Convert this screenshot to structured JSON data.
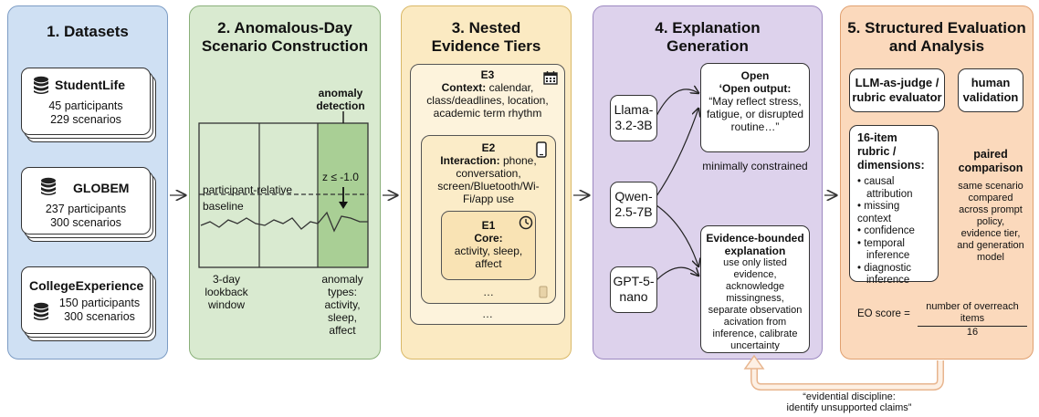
{
  "panels": {
    "p1": {
      "title": "1. Datasets",
      "color_bg": "#cfe0f3",
      "color_border": "#7c9cc4"
    },
    "p2": {
      "title_l1": "2. Anomalous-Day",
      "title_l2": "Scenario Construction",
      "color_bg": "#d9ead0",
      "color_border": "#8ab07a"
    },
    "p3": {
      "title_l1": "3. Nested",
      "title_l2": "Evidence Tiers",
      "color_bg": "#fbeac2",
      "color_border": "#d9b867"
    },
    "p4": {
      "title_l1": "4. Explanation",
      "title_l2": "Generation",
      "color_bg": "#ddd2ec",
      "color_border": "#9c88c0"
    },
    "p5": {
      "title_l1": "5. Structured Evaluation",
      "title_l2": "and Analysis",
      "color_bg": "#fbd9bc",
      "color_border": "#e0a070"
    }
  },
  "datasets": [
    {
      "name": "StudentLife",
      "participants": "45 participants",
      "scenarios": "229 scenarios",
      "icon": "database-icon"
    },
    {
      "name": "GLOBEM",
      "participants": "237 participants",
      "scenarios": "300 scenarios",
      "icon": "database-icon"
    },
    {
      "name": "CollegeExperience",
      "participants": "150 participants",
      "scenarios": "300 scenarios",
      "icon": "database-icon"
    }
  ],
  "scenario": {
    "anomaly_detection_l1": "anomaly",
    "anomaly_detection_l2": "detection",
    "baseline_l1": "participant-relative",
    "baseline_l2": "baseline",
    "threshold": "z ≤ -1.0",
    "lookback_l1": "3-day",
    "lookback_l2": "lookback",
    "lookback_l3": "window",
    "types_l1": "anomaly",
    "types_l2": "types:",
    "types_l3": "activity,",
    "types_l4": "sleep,",
    "types_l5": "affect"
  },
  "tiers": {
    "e3": {
      "label": "E3",
      "head": "Context:",
      "l1": " calendar,",
      "l2": "class/deadlines, location,",
      "l3": "academic term rhythm",
      "icon": "calendar-icon"
    },
    "e2": {
      "label": "E2",
      "head": "Interaction:",
      "l1": " phone,",
      "l2": "conversation,",
      "l3": "screen/Bluetooth/Wi-",
      "l4": "Fi/app use",
      "icon": "phone-icon"
    },
    "e1": {
      "label": "E1",
      "head": "Core:",
      "l1": "activity, sleep,",
      "l2": "affect",
      "icon": "clock-icon"
    },
    "ellipsis": "…"
  },
  "models": [
    {
      "l1": "Llama-",
      "l2": "3.2-3B"
    },
    {
      "l1": "Qwen-",
      "l2": "2.5-7B"
    },
    {
      "l1": "GPT-5-",
      "l2": "nano"
    }
  ],
  "open_output": {
    "title_l1": "Open",
    "title_l2": "‘Open output:",
    "l1": "“May reflect stress,",
    "l2": "fatigue, or disrupted",
    "l3": "routine…”",
    "caption": "minimally constrained"
  },
  "bounded": {
    "title_l1": "Evidence-bounded",
    "title_l2": "explanation",
    "l1": "use only listed",
    "l2": "evidence,",
    "l3": "acknowledge",
    "l4": "missingness,",
    "l5": "separate observation",
    "l6": "acivation from",
    "l7": "inference, calibrate",
    "l8": "uncertainty"
  },
  "evaluation": {
    "judge_l1": "LLM-as-judge /",
    "judge_l2": "rubric evaluator",
    "human_l1": "human",
    "human_l2": "validation",
    "rubric_l1": "16-item rubric /",
    "rubric_l2": "dimensions:",
    "rubric_items": [
      "causal",
      "attribution",
      "missing context",
      "confidence",
      "temporal",
      "inference",
      "diagnostic",
      "inference"
    ],
    "paired_l1": "paired",
    "paired_l2": "comparison",
    "paired_desc": [
      "same scenario",
      "compared",
      "across prompt",
      "policy,",
      "evidence tier,",
      "and generation",
      "model"
    ],
    "eo_label": "EO score =",
    "eo_num": "number of overreach items",
    "eo_den": "16"
  },
  "feedback": {
    "l1": "“evidential discipline:",
    "l2": "identify unsupported claims”"
  }
}
